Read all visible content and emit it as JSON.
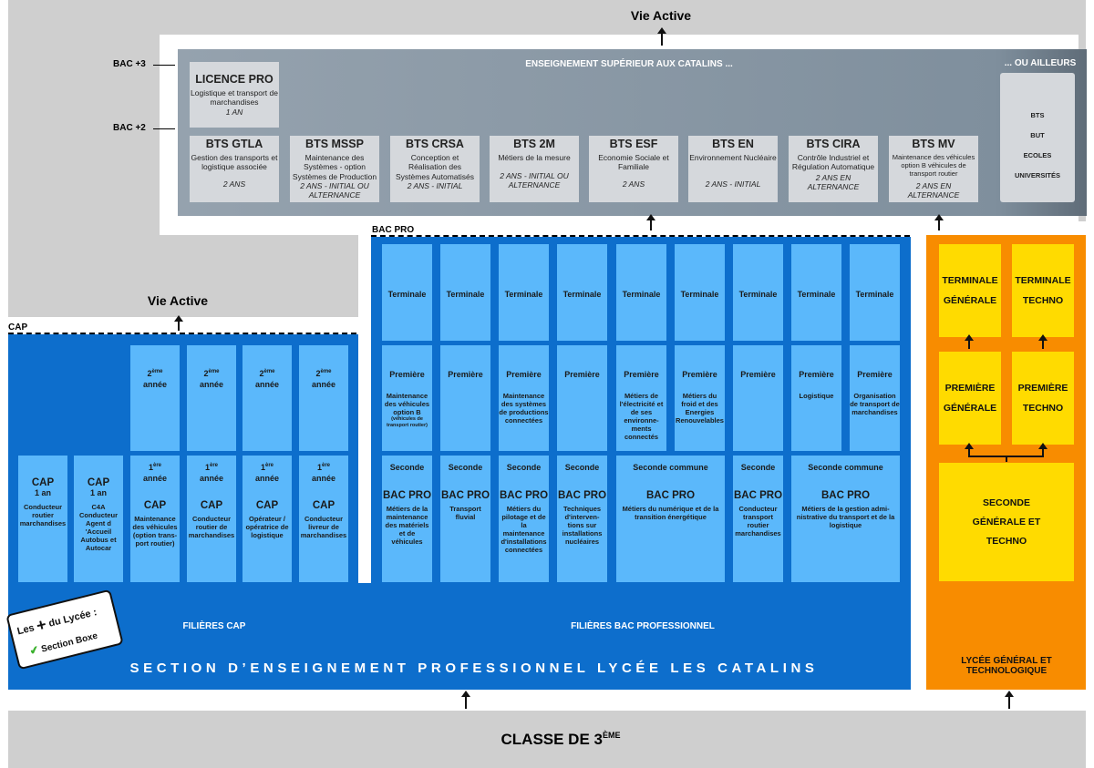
{
  "top_vie_active": "Vie Active",
  "left_vie_active": "Vie Active",
  "bac3": "BAC +3",
  "bac2": "BAC +2",
  "sup_title": "ENSEIGNEMENT SUPÉRIEUR AUX CATALINS ...",
  "ailleurs_title": "... OU AILLEURS",
  "ailleurs_items": [
    "BTS",
    "BUT",
    "ECOLES",
    "UNIVERSITÉS"
  ],
  "licence": {
    "title": "LICENCE PRO",
    "desc": "Logistique et transport de marchandises",
    "dur": "1 AN"
  },
  "bts": [
    {
      "title": "BTS GTLA",
      "desc": "Gestion des transports et logistique associée",
      "dur": "2 ANS"
    },
    {
      "title": "BTS MSSP",
      "desc": "Maintenance des Systèmes - option Systèmes de Production",
      "dur": "2 ANS - INITIAL OU ALTERNANCE"
    },
    {
      "title": "BTS CRSA",
      "desc": "Conception et Réalisation des Systèmes Automatisés",
      "dur": "2 ANS - INITIAL"
    },
    {
      "title": "BTS 2M",
      "desc": "Métiers de la mesure",
      "dur": "2 ANS - INITIAL OU ALTERNANCE"
    },
    {
      "title": "BTS ESF",
      "desc": "Economie Sociale et Familiale",
      "dur": "2 ANS"
    },
    {
      "title": "BTS EN",
      "desc": "Environnement Nucléaire",
      "dur": "2 ANS - INITIAL"
    },
    {
      "title": "BTS CIRA",
      "desc": "Contrôle Industriel et Régulation Automatique",
      "dur": "2 ANS EN ALTERNANCE"
    },
    {
      "title": "BTS MV",
      "desc": "Maintenance des véhicules option B véhicules de transport routier",
      "dur": "2 ANS EN ALTERNANCE"
    }
  ],
  "bacpro_label": "BAC PRO",
  "cap_label": "CAP",
  "terminale": "Terminale",
  "premiere": "Première",
  "seconde": "Seconde",
  "seconde_commune": "Seconde commune",
  "bacpro_title": "BAC PRO",
  "premiere_desc": [
    "Maintenance des véhicules option B",
    "",
    "Maintenance des systèmes de productions connectées",
    "",
    "Métiers de l'électricité et de ses environne-ments connectés",
    "Métiers du froid et des Energies Renouvelables",
    "",
    "Logistique",
    "Organisation de transport de marchandises"
  ],
  "premiere_small": "(véhicules de transport routier)",
  "bacpro_desc": [
    "Métiers de la maintenance des matériels et de véhicules",
    "Transport fluvial",
    "Métiers du pilotage et de la maintenance d'installations connectées",
    "Techniques d'interven-tions sur installations nucléaires",
    "Métiers du numérique et de la transition énergétique",
    "Conducteur transport routier marchandises",
    "Métiers de la gestion admi-nistrative du transport et de la logistique"
  ],
  "cap_items": [
    {
      "title": "CAP",
      "dur": "1 an",
      "desc": "Conducteur routier marchandises"
    },
    {
      "title": "CAP",
      "dur": "1 an",
      "desc": "C4A Conducteur Agent d 'Accueil Autobus et Autocar"
    }
  ],
  "cap2": [
    {
      "desc": "Maintenance des véhicules (option trans-port routier)"
    },
    {
      "desc": "Conducteur routier de marchandises"
    },
    {
      "desc": "Opérateur / opératrice de logistique"
    },
    {
      "desc": "Conducteur livreur de marchandises"
    }
  ],
  "annee2": "2",
  "annee1": "1",
  "sup2": "ème",
  "sup1": "ère",
  "annee": "année",
  "cap_word": "CAP",
  "filieres_cap": "FILIÈRES CAP",
  "filieres_bac": "FILIÈRES BAC PROFESSIONNEL",
  "section_title": "SECTION D’ENSEIGNEMENT PROFESSIONNEL LYCÉE LES CATALINS",
  "plus_line1": "Les",
  "plus_mid": "du Lycée :",
  "plus_line2": "Section Boxe",
  "lgt": {
    "term_g": "TERMINALE GÉNÉRALE",
    "term_t": "TERMINALE TECHNO",
    "prem_g": "PREMIÈRE GÉNÉRALE",
    "prem_t": "PREMIÈRE TECHNO",
    "seconde": "SECONDE GÉNÉRALE ET TECHNO",
    "title": "LYCÉE GÉNÉRAL ET TECHNOLOGIQUE"
  },
  "classe": "CLASSE DE 3",
  "classe_sup": "ÈME",
  "colors": {
    "grey": "#cfcfcf",
    "slate": "#8a9aa8",
    "blue": "#0d6ecc",
    "light_blue": "#5bb8fb",
    "orange": "#f88c00",
    "yellow": "#ffdb00"
  }
}
